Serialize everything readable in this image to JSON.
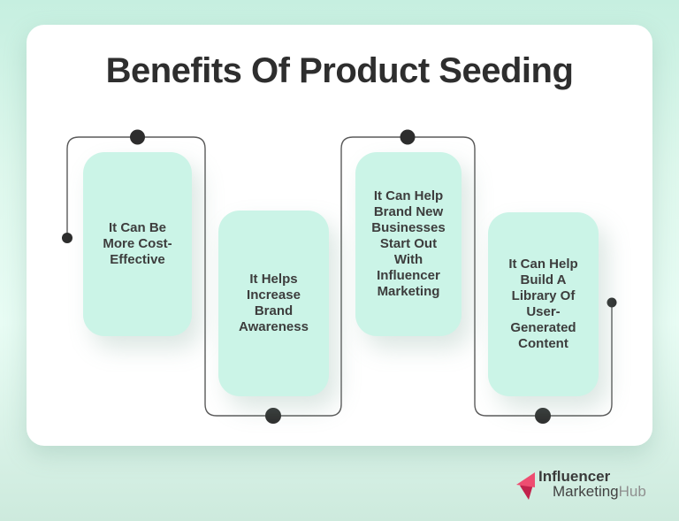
{
  "infographic": {
    "title": "Benefits Of Product Seeding",
    "cards": [
      {
        "label": "It Can Be\nMore Cost-\nEffective"
      },
      {
        "label": "It Helps\nIncrease\nBrand\nAwareness"
      },
      {
        "label": "It Can Help\nBrand New\nBusinesses\nStart Out\nWith\nInfluencer\nMarketing"
      },
      {
        "label": "It Can Help\nBuild A\nLibrary Of\nUser-\nGenerated\nContent"
      }
    ]
  },
  "logo": {
    "line1": "Influencer",
    "line2_primary": "Marketing",
    "line2_secondary": "Hub",
    "icon": "pink-left-arrow-fold-icon"
  },
  "colors": {
    "background_top": "#c6efe0",
    "background_mid": "#ddf7ec",
    "background_light": "#e8fcf4",
    "background_bottom": "#cdeadd",
    "panel": "#ffffff",
    "card_fill": "#cbf4e7",
    "card_text": "#3d3d3d",
    "title_text": "#2e2e2e",
    "connector": "#5a5a5a",
    "dot": "#2d2d2d",
    "logo_pink": "#ee4d71",
    "logo_pink_dark": "#c2224c",
    "logo_text_dark": "#3a3a3a",
    "logo_text_mid": "#424242",
    "logo_text_light": "#8f8f8f"
  }
}
